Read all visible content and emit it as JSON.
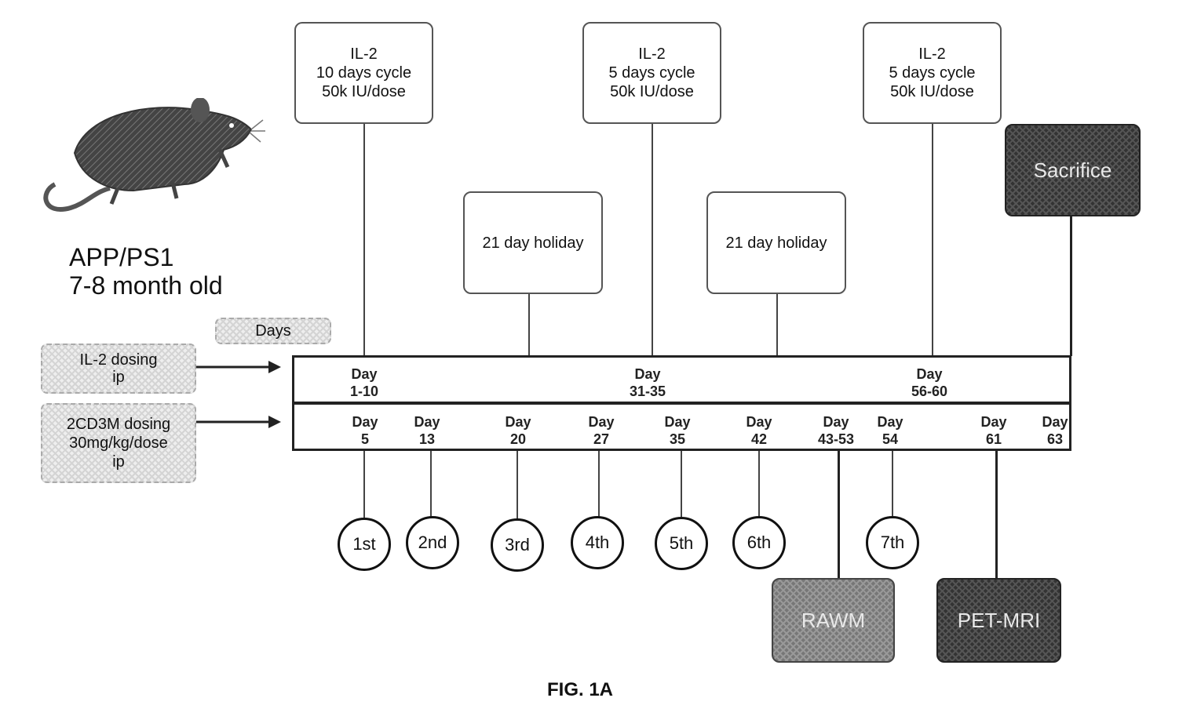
{
  "subject": {
    "strain": "APP/PS1",
    "age": "7-8 month old"
  },
  "il2_boxes": [
    {
      "title": "IL-2",
      "cycle": "10 days cycle",
      "dose": "50k IU/dose"
    },
    {
      "title": "IL-2",
      "cycle": "5 days cycle",
      "dose": "50k IU/dose"
    },
    {
      "title": "IL-2",
      "cycle": "5 days cycle",
      "dose": "50k IU/dose"
    }
  ],
  "holidays": [
    "21 day holiday",
    "21 day holiday"
  ],
  "sacrifice_label": "Sacrifice",
  "days_label": "Days",
  "legend": {
    "il2": "IL-2 dosing\nip",
    "cd3": "2CD3M dosing\n30mg/kg/dose\nip"
  },
  "il2_days": [
    "Day\n1-10",
    "Day\n31-35",
    "Day\n56-60"
  ],
  "cd3_days": [
    "Day\n5",
    "Day\n13",
    "Day\n20",
    "Day\n27",
    "Day\n35",
    "Day\n42",
    "Day\n43-53",
    "Day\n54",
    "Day\n61",
    "Day\n63"
  ],
  "doses": [
    "1st",
    "2nd",
    "3rd",
    "4th",
    "5th",
    "6th",
    "7th"
  ],
  "bawm_label": "RAWM",
  "petmri_label": "PET-MRI",
  "figure_label": "FIG. 1A",
  "colors": {
    "line": "#444444",
    "dark_box": "#333333",
    "mid_box": "#777777",
    "light_box": "#eeeeee"
  }
}
